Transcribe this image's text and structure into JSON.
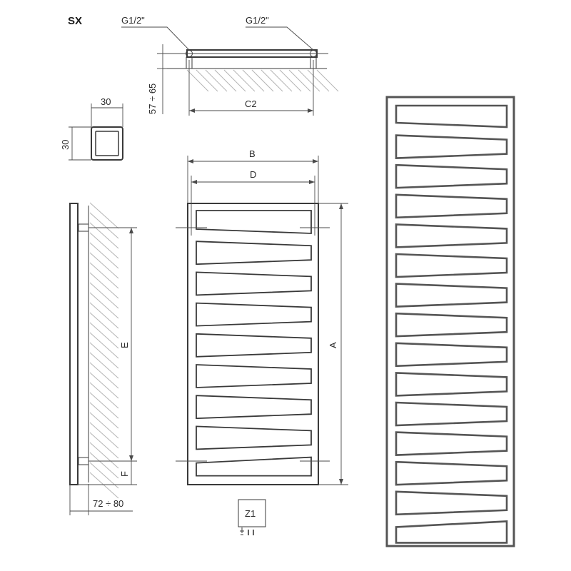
{
  "title": "SX",
  "labels": {
    "thread_left": "G1/2\"",
    "thread_right": "G1/2\"",
    "wall_distance_top": "57 ÷ 65",
    "c2": "C2",
    "profile_width": "30",
    "profile_height": "30",
    "b": "B",
    "d": "D",
    "a": "A",
    "e": "E",
    "f": "F",
    "wall_distance_side": "72 ÷ 80",
    "z1": "Z1"
  },
  "colors": {
    "line": "#3a3a3a",
    "hatch": "#b5b5b5",
    "big_radiator": "#555555"
  },
  "icons": {
    "plug": "plug-icon"
  }
}
